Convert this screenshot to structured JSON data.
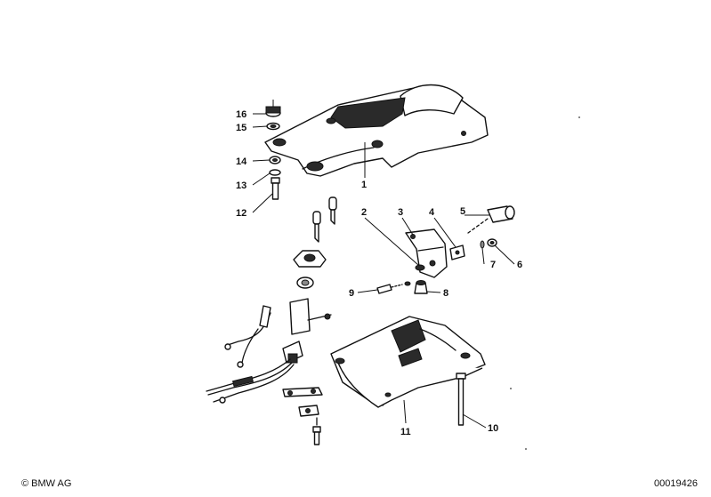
{
  "callouts": [
    {
      "id": "1",
      "label": "1"
    },
    {
      "id": "2",
      "label": "2"
    },
    {
      "id": "3",
      "label": "3"
    },
    {
      "id": "4",
      "label": "4"
    },
    {
      "id": "5",
      "label": "5"
    },
    {
      "id": "6",
      "label": "6"
    },
    {
      "id": "7",
      "label": "7"
    },
    {
      "id": "8",
      "label": "8"
    },
    {
      "id": "9",
      "label": "9"
    },
    {
      "id": "10",
      "label": "10"
    },
    {
      "id": "11",
      "label": "11"
    },
    {
      "id": "12",
      "label": "12"
    },
    {
      "id": "13",
      "label": "13"
    },
    {
      "id": "14",
      "label": "14"
    },
    {
      "id": "15",
      "label": "15"
    },
    {
      "id": "16",
      "label": "16"
    }
  ],
  "footer": {
    "copyright": "© BMW AG",
    "doc_number": "00019426"
  }
}
